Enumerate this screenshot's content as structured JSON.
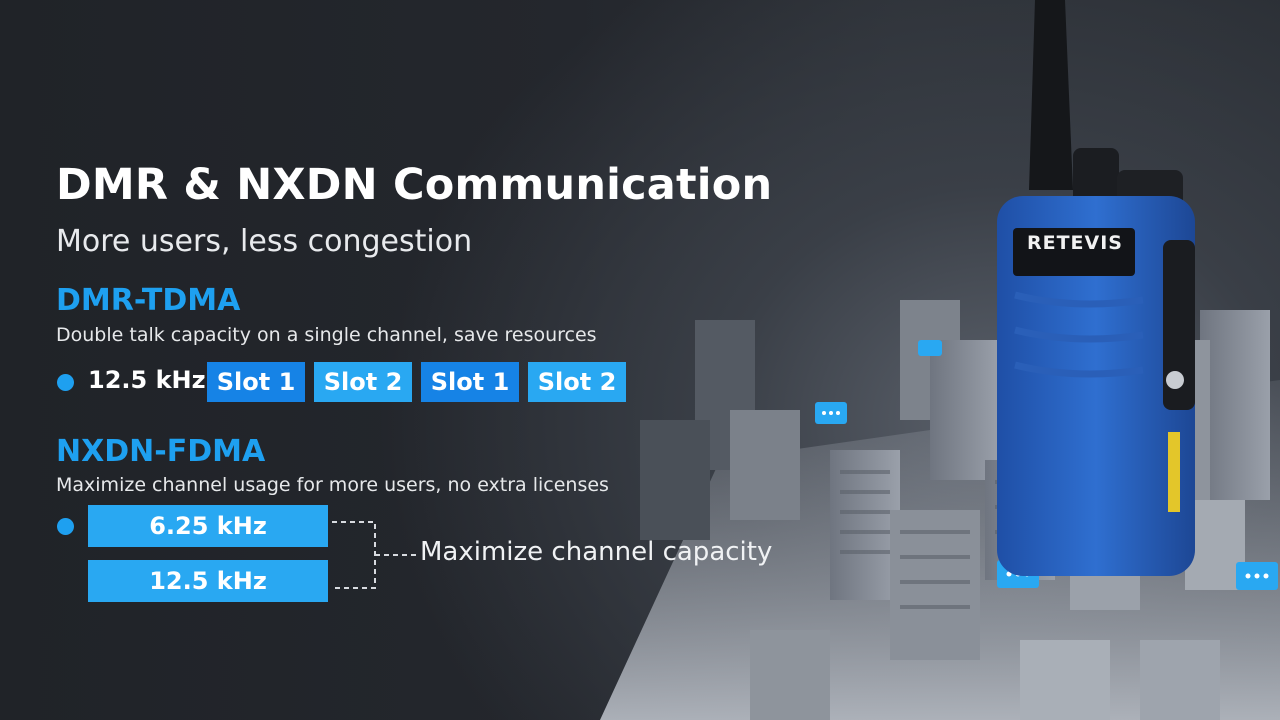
{
  "heading": {
    "title": "DMR & NXDN Communication",
    "subtitle": "More users, less congestion"
  },
  "dmr": {
    "title": "DMR-TDMA",
    "description": "Double talk capacity on a single channel, save resources",
    "frequency": "12.5 kHz",
    "slots": [
      "Slot 1",
      "Slot 2",
      "Slot 1",
      "Slot 2"
    ]
  },
  "nxdn": {
    "title": "NXDN-FDMA",
    "description": "Maximize channel usage for more users, no extra licenses",
    "frequencies": [
      "6.25 kHz",
      "12.5 kHz"
    ],
    "capacity_label": "Maximize channel capacity"
  },
  "product": {
    "brand": "RETEVIS",
    "body_color": "#2f6fd0",
    "icon": "walkie-talkie-icon"
  },
  "colors": {
    "accent": "#1ea0f0",
    "slot_dark": "#1683e6",
    "slot_light": "#29a8f2"
  }
}
